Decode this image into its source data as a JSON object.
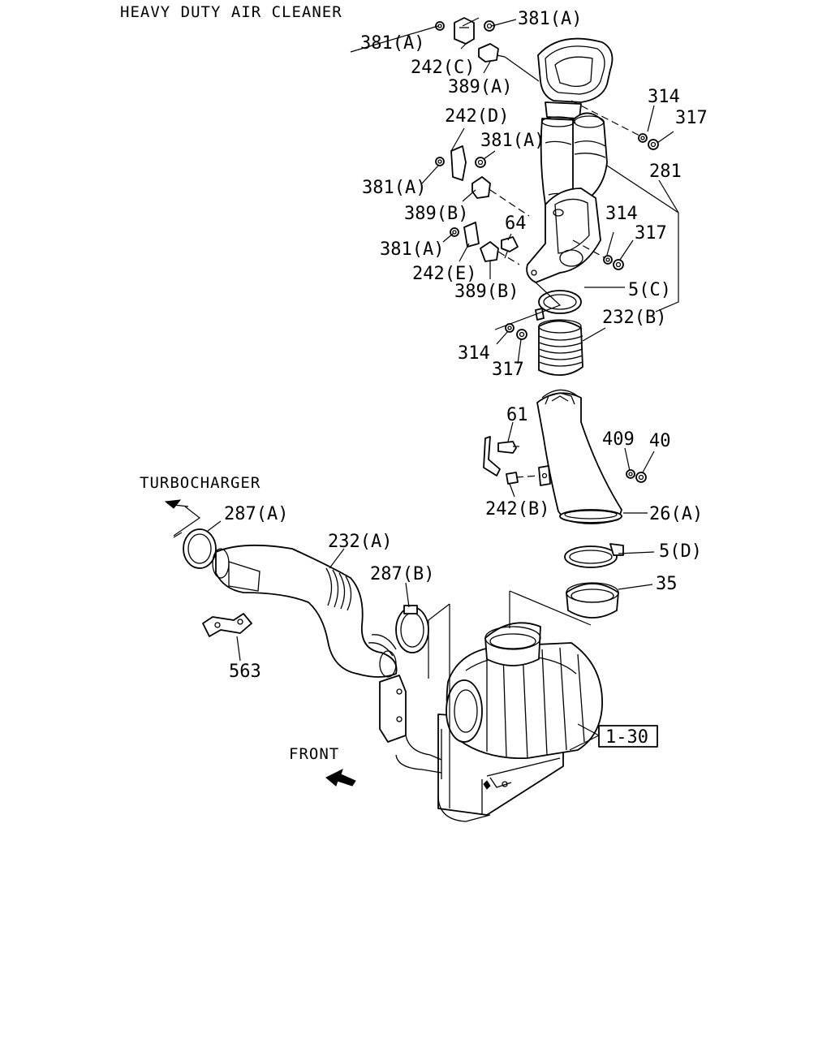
{
  "diagram": {
    "title": "HEAVY DUTY AIR CLEANER",
    "direction_labels": {
      "turbocharger": "TURBOCHARGER",
      "front": "FRONT"
    },
    "reference_box": "1-30",
    "callouts": [
      "381(A)",
      "381(A)",
      "242(C)",
      "389(A)",
      "314",
      "317",
      "281",
      "242(D)",
      "381(A)",
      "381(A)",
      "389(B)",
      "64",
      "314",
      "317",
      "381(A)",
      "242(E)",
      "389(B)",
      "5(C)",
      "232(B)",
      "314",
      "317",
      "61",
      "409",
      "40",
      "242(B)",
      "26(A)",
      "5(D)",
      "35",
      "287(A)",
      "232(A)",
      "287(B)",
      "563"
    ]
  }
}
